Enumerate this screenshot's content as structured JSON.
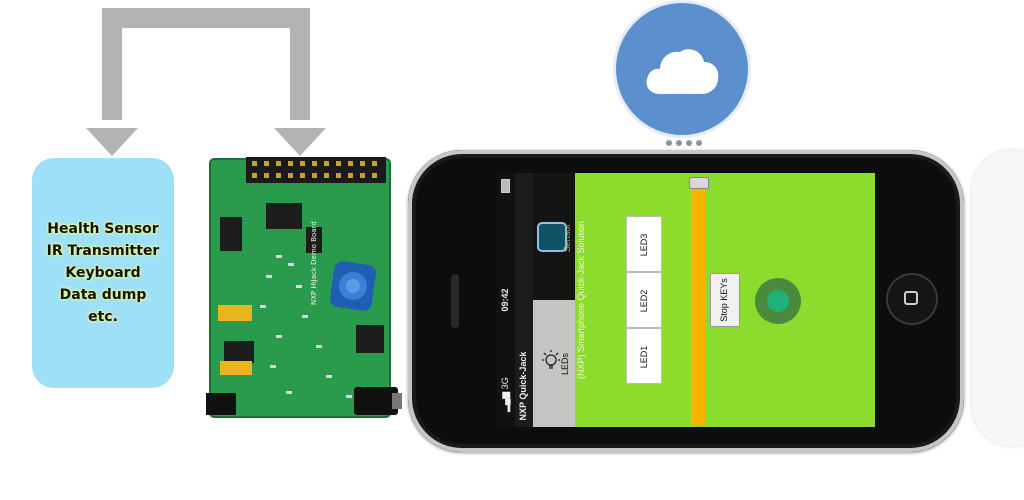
{
  "sensor_box": {
    "lines": [
      "Health Sensor",
      "IR Transmitter",
      "Keyboard",
      "Data dump",
      "etc."
    ]
  },
  "board": {
    "label": "NXP HiJack Demo Board"
  },
  "phone": {
    "status": {
      "signal": "3G",
      "time": "09:42"
    },
    "title": "NXP Quick-Jack",
    "subtitle": "(NXP) Smartphone Quick-Jack Solution",
    "tabs": {
      "sensor": "Sensor",
      "leds": "LEDs"
    },
    "buttons": {
      "led1": "LED1",
      "led2": "LED2",
      "led3": "LED3",
      "stop": "Stop KEYs"
    }
  },
  "colors": {
    "sensor_box": "#9ee0f8",
    "arrow": "#b3b3b6",
    "cloud_circle": "#5b8fce",
    "screen_green": "#8cdc2e",
    "slider_bar": "#f7b500",
    "indicator": "#22b07a",
    "pcb": "#2a9a4c"
  },
  "icons": [
    "cloud-icon",
    "lightbulb-icon",
    "sensor-app-icon",
    "home-button-icon",
    "signal-icon",
    "battery-icon"
  ]
}
